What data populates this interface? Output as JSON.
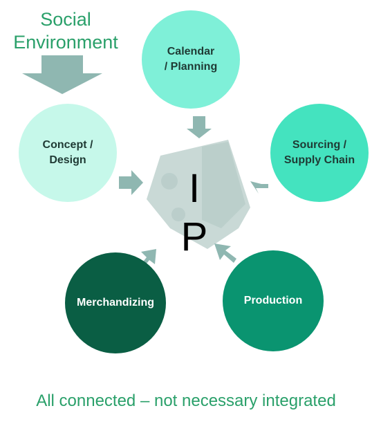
{
  "social_environment": {
    "line1": "Social",
    "line2": "Environment"
  },
  "center": {
    "label": "I P"
  },
  "nodes": {
    "calendar": {
      "line1": "Calendar",
      "line2": "/ Planning"
    },
    "concept": {
      "line1": "Concept /",
      "line2": "Design"
    },
    "sourcing": {
      "line1": "Sourcing /",
      "line2": "Supply Chain"
    },
    "merchandizing": {
      "label": "Merchandizing"
    },
    "production": {
      "label": "Production"
    }
  },
  "footer": {
    "text": "All connected – not necessary integrated"
  },
  "colors": {
    "accent_green": "#2aa06a",
    "arrow_gray": "#8fb7b1",
    "calendar": "#7ff0d8",
    "concept": "#c6f8ea",
    "sourcing": "#44e3bf",
    "merchandizing": "#0a5e44",
    "production": "#0a9470"
  }
}
